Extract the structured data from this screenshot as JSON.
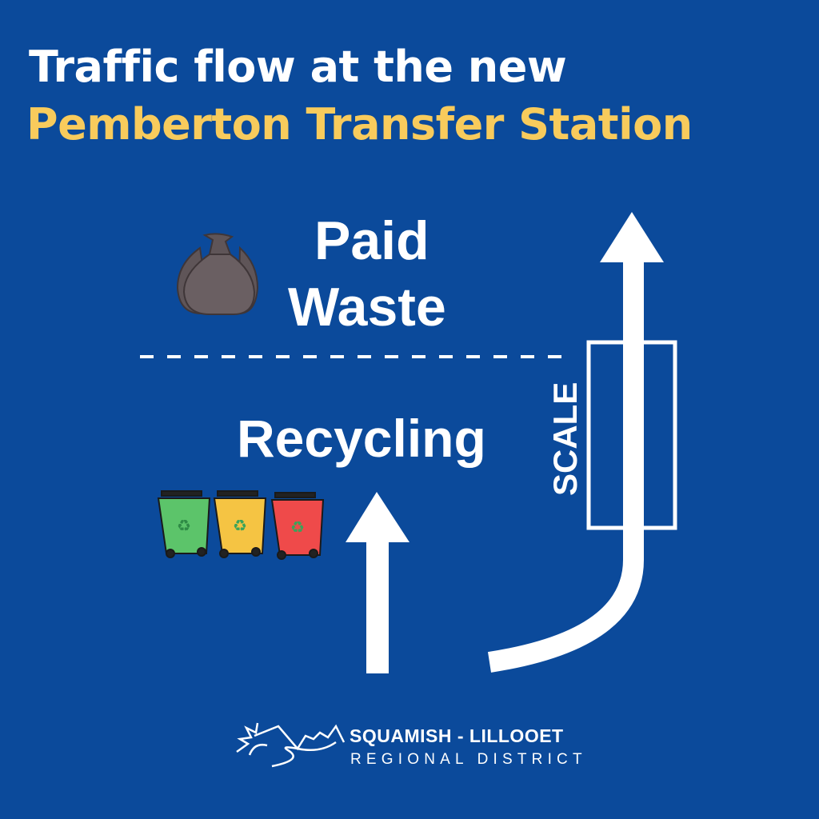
{
  "title": {
    "line1": "Traffic flow at the new",
    "line2": "Pemberton Transfer Station"
  },
  "areas": {
    "paid_line1": "Paid",
    "paid_line2": "Waste",
    "recycling": "Recycling",
    "scale": "SCALE"
  },
  "logo": {
    "name": "SQUAMISH - LILLOOET",
    "subtitle": "REGIONAL DISTRICT"
  },
  "colors": {
    "background": "#0b4a9b",
    "accent": "#f8cb5c",
    "bin_green": "#5cc46a",
    "bin_yellow": "#f5c443",
    "bin_red": "#ef4a4a",
    "bag": "#5f5558"
  }
}
